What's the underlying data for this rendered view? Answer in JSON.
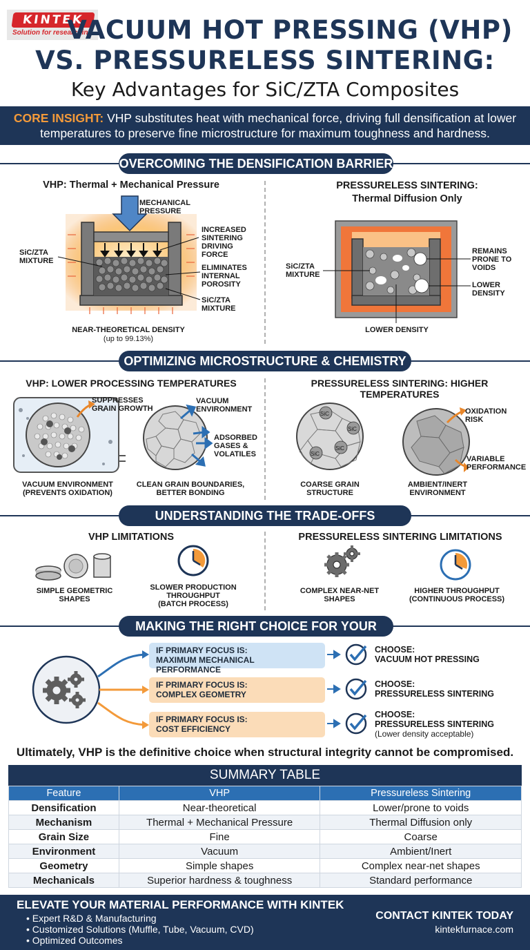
{
  "brand": {
    "logo_text": "KINTEK",
    "tagline": "Solution for researching"
  },
  "header": {
    "title_line1": "VACUUM HOT PRESSING (VHP)",
    "title_line2": "VS. PRESSURELESS SINTERING:",
    "subtitle": "Key Advantages for SiC/ZTA Composites"
  },
  "core_insight": {
    "lead": "CORE INSIGHT:",
    "text": " VHP substitutes heat with mechanical force, driving full densification at lower temperatures to preserve fine microstructure for maximum toughness and hardness."
  },
  "section1": {
    "title": "OVERCOMING THE DENSIFICATION BARRIER",
    "vhp": {
      "heading": "VHP: Thermal + Mechanical Pressure",
      "labels": {
        "pressure": "MECHANICAL\nPRESSURE",
        "driving": "INCREASED\nSINTERING\nDRIVING\nFORCE",
        "porosity": "ELIMINATES\nINTERNAL\nPOROSITY",
        "mix_left": "SiC/ZTA\nMIXTURE",
        "mix_right": "SiC/ZTA\nMIXTURE",
        "density": "NEAR-THEORETICAL DENSITY",
        "density_value": "(up to 99.13%)"
      }
    },
    "pressureless": {
      "heading": "PRESSURELESS SINTERING:\nThermal Diffusion Only",
      "labels": {
        "mix": "SiC/ZTA\nMIXTURE",
        "voids": "REMAINS\nPRONE TO\nVOIDS",
        "lower_density_r": "LOWER\nDENSITY",
        "lower_density_b": "LOWER DENSITY"
      }
    }
  },
  "section2": {
    "title": "OPTIMIZING MICROSTRUCTURE & CHEMISTRY",
    "vhp_heading": "VHP: LOWER PROCESSING TEMPERATURES",
    "pl_heading": "PRESSURELESS SINTERING: HIGHER TEMPERATURES",
    "labels": {
      "suppresses": "SUPPRESSES\nGRAIN GROWTH",
      "vacuum_env": "VACUUM\nENVIRONMENT",
      "adsorbed": "ADSORBED\nGASES &\nVOLATILES",
      "vac_prevents": "VACUUM ENVIRONMENT\n(PREVENTS OXIDATION)",
      "clean": "CLEAN GRAIN BOUNDARIES,\nBETTER BONDING",
      "coarse": "COARSE GRAIN\nSTRUCTURE",
      "oxidation": "OXIDATION\nRISK",
      "variable": "VARIABLE\nPERFORMANCE",
      "ambient": "AMBIENT/INERT\nENVIRONMENT",
      "sic": "SiC"
    }
  },
  "section3": {
    "title": "UNDERSTANDING THE TRADE-OFFS",
    "vhp_heading": "VHP LIMITATIONS",
    "pl_heading": "PRESSURELESS SINTERING LIMITATIONS",
    "items": {
      "simple": "SIMPLE GEOMETRIC\nSHAPES",
      "slower": "SLOWER PRODUCTION\nTHROUGHPUT\n(BATCH PROCESS)",
      "complex": "COMPLEX NEAR-NET\nSHAPES",
      "higher": "HIGHER THROUGHPUT\n(CONTINUOUS PROCESS)"
    }
  },
  "section4": {
    "title": "MAKING THE RIGHT CHOICE FOR YOUR GOAL",
    "choices": [
      {
        "focus": "IF PRIMARY FOCUS IS:\nMAXIMUM MECHANICAL PERFORMANCE",
        "choose": "CHOOSE:\nVACUUM HOT PRESSING",
        "note": ""
      },
      {
        "focus": "IF PRIMARY FOCUS IS:\nCOMPLEX GEOMETRY",
        "choose": "CHOOSE:\nPRESSURELESS SINTERING",
        "note": ""
      },
      {
        "focus": "IF PRIMARY FOCUS IS:\nCOST EFFICIENCY",
        "choose": "CHOOSE:\nPRESSURELESS SINTERING",
        "note": "(Lower density acceptable)"
      }
    ],
    "conclusion": "Ultimately, VHP is the definitive choice when structural integrity cannot be compromised."
  },
  "summary_table": {
    "title": "SUMMARY TABLE",
    "headers": [
      "Feature",
      "VHP",
      "Pressureless Sintering"
    ],
    "rows": [
      [
        "Densification",
        "Near-theoretical",
        "Lower/prone to voids"
      ],
      [
        "Mechanism",
        "Thermal + Mechanical Pressure",
        "Thermal Diffusion only"
      ],
      [
        "Grain Size",
        "Fine",
        "Coarse"
      ],
      [
        "Environment",
        "Vacuum",
        "Ambient/Inert"
      ],
      [
        "Geometry",
        "Simple shapes",
        "Complex near-net shapes"
      ],
      [
        "Mechanicals",
        "Superior hardness & toughness",
        "Standard performance"
      ]
    ]
  },
  "footer": {
    "title": "ELEVATE YOUR MATERIAL PERFORMANCE WITH KINTEK",
    "bullets": [
      "Expert R&D & Manufacturing",
      "Customized Solutions (Muffle, Tube, Vacuum, CVD)",
      "Optimized Outcomes"
    ],
    "contact": "CONTACT KINTEK TODAY",
    "url": "kintekfurnace.com"
  },
  "colors": {
    "navy": "#1e3557",
    "orange": "#f39a3a",
    "blue": "#2c6fb3",
    "brand_red": "#d6262b"
  }
}
